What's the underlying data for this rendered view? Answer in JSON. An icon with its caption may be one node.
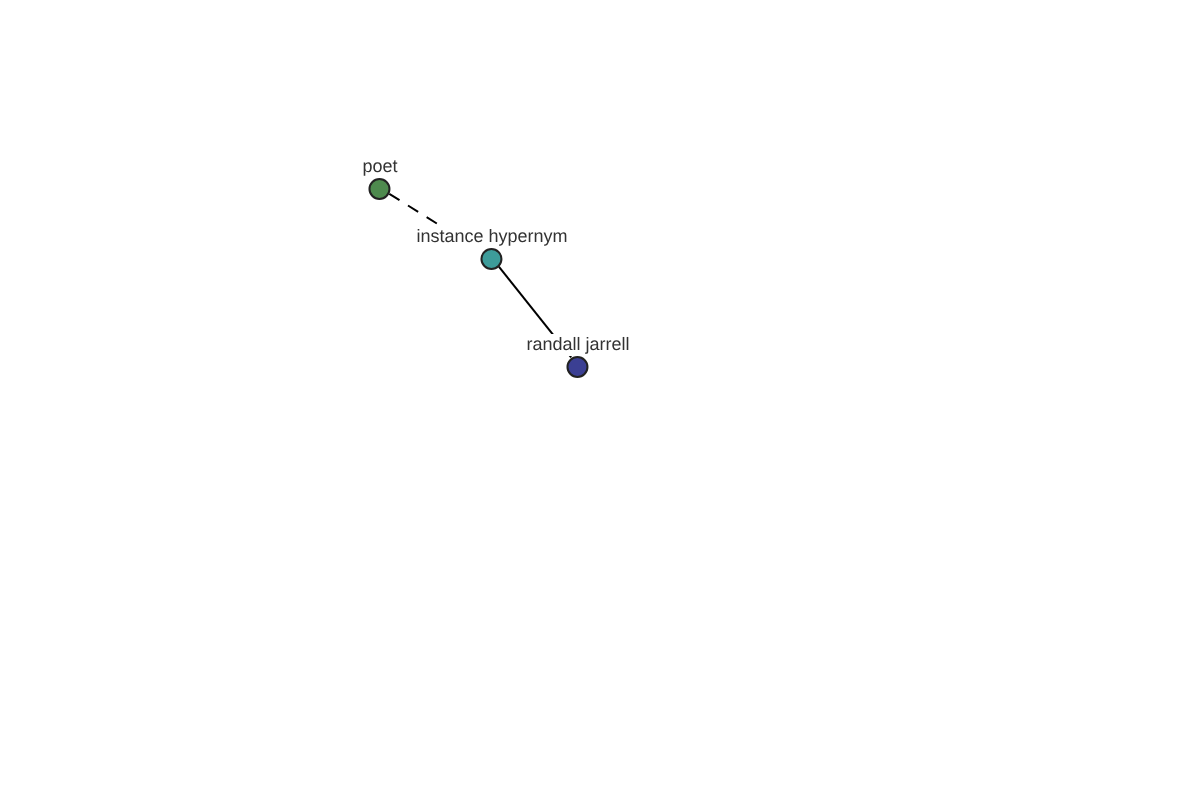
{
  "diagram": {
    "nodes": [
      {
        "text": [
          "poet"
        ]
      },
      {
        "text": [
          "instance hypernym"
        ]
      },
      {
        "text": [
          "randall jarrell"
        ]
      }
    ],
    "edges": [
      {
        "from": 0,
        "to": 1,
        "arrow": "none",
        "style": "dashed"
      },
      {
        "from": 1,
        "to": 2,
        "arrow": "none"
      }
    ]
  }
}
